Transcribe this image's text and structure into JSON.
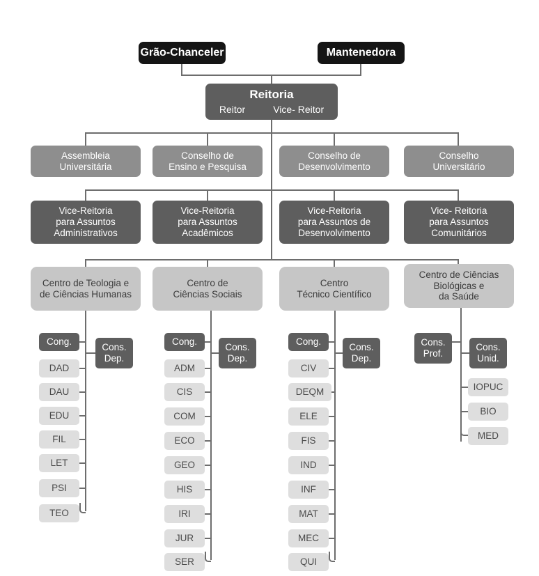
{
  "chart_data": {
    "type": "diagram",
    "title": "Organograma Universitário",
    "subtype": "organizational-chart"
  },
  "top": {
    "grao_chanceler": "Grão-Chanceler",
    "mantenedora": "Mantenedora"
  },
  "reitoria": {
    "title": "Reitoria",
    "reitor": "Reitor",
    "vice_reitor": "Vice- Reitor"
  },
  "councils": [
    {
      "line1": "Assembleia",
      "line2": "Universitária",
      "line3": ""
    },
    {
      "line1": "Conselho de",
      "line2": "Ensino e  Pesquisa",
      "line3": ""
    },
    {
      "line1": "Conselho de",
      "line2": "Desenvolvimento",
      "line3": ""
    },
    {
      "line1": "Conselho",
      "line2": "Universitário",
      "line3": ""
    }
  ],
  "vice_reitorias": [
    {
      "line1": "Vice-Reitoria",
      "line2": "para  Assuntos",
      "line3": "Administrativos"
    },
    {
      "line1": "Vice-Reitoria",
      "line2": "para Assuntos",
      "line3": "Acadêmicos"
    },
    {
      "line1": "Vice-Reitoria",
      "line2": "para  Assuntos de",
      "line3": "Desenvolvimento"
    },
    {
      "line1": "Vice- Reitoria",
      "line2": "para  Assuntos",
      "line3": "Comunitários"
    }
  ],
  "centros": [
    {
      "line1": "Centro de Teologia e",
      "line2": "de Ciências Humanas",
      "line3": ""
    },
    {
      "line1": "Centro de",
      "line2": "Ciências Sociais",
      "line3": ""
    },
    {
      "line1": "Centro",
      "line2": "Técnico Científico",
      "line3": ""
    },
    {
      "line1": "Centro de Ciências",
      "line2": "Biológicas e",
      "line3": "da Saúde"
    }
  ],
  "columns": [
    {
      "side_box": {
        "line1": "Cons.",
        "line2": "Dep.",
        "side": "right"
      },
      "items": [
        {
          "label": "Cong.",
          "tone": "dark"
        },
        {
          "label": "DAD",
          "tone": "pale"
        },
        {
          "label": "DAU",
          "tone": "pale"
        },
        {
          "label": "EDU",
          "tone": "pale"
        },
        {
          "label": "FIL",
          "tone": "pale"
        },
        {
          "label": "LET",
          "tone": "pale"
        },
        {
          "label": "PSI",
          "tone": "pale"
        },
        {
          "label": "TEO",
          "tone": "pale"
        }
      ]
    },
    {
      "side_box": {
        "line1": "Cons.",
        "line2": "Dep.",
        "side": "right"
      },
      "items": [
        {
          "label": "Cong.",
          "tone": "dark"
        },
        {
          "label": "ADM",
          "tone": "pale"
        },
        {
          "label": "CIS",
          "tone": "pale"
        },
        {
          "label": "COM",
          "tone": "pale"
        },
        {
          "label": "ECO",
          "tone": "pale"
        },
        {
          "label": "GEO",
          "tone": "pale"
        },
        {
          "label": "HIS",
          "tone": "pale"
        },
        {
          "label": "IRI",
          "tone": "pale"
        },
        {
          "label": "JUR",
          "tone": "pale"
        },
        {
          "label": "SER",
          "tone": "pale"
        }
      ]
    },
    {
      "side_box": {
        "line1": "Cons.",
        "line2": "Dep.",
        "side": "right"
      },
      "items": [
        {
          "label": "Cong.",
          "tone": "dark"
        },
        {
          "label": "CIV",
          "tone": "pale"
        },
        {
          "label": "DEQM",
          "tone": "pale"
        },
        {
          "label": "ELE",
          "tone": "pale"
        },
        {
          "label": "FIS",
          "tone": "pale"
        },
        {
          "label": "IND",
          "tone": "pale"
        },
        {
          "label": "INF",
          "tone": "pale"
        },
        {
          "label": "MAT",
          "tone": "pale"
        },
        {
          "label": "MEC",
          "tone": "pale"
        },
        {
          "label": "QUI",
          "tone": "pale"
        }
      ]
    },
    {
      "side_box": {
        "line1": "Cons.",
        "line2": "Prof.",
        "side": "left"
      },
      "items": [
        {
          "label": "Cons. Unid.",
          "tone": "dark",
          "two_line": true,
          "l1": "Cons.",
          "l2": "Unid."
        },
        {
          "label": "IOPUC",
          "tone": "pale"
        },
        {
          "label": "BIO",
          "tone": "pale"
        },
        {
          "label": "MED",
          "tone": "pale"
        }
      ]
    }
  ],
  "colors": {
    "black": "#151515",
    "dark": "#5e5e5e",
    "mid": "#8e8e8e",
    "light": "#c6c6c6",
    "pale": "#dedede",
    "line": "#6d6d6d",
    "background": "#ffffff"
  }
}
